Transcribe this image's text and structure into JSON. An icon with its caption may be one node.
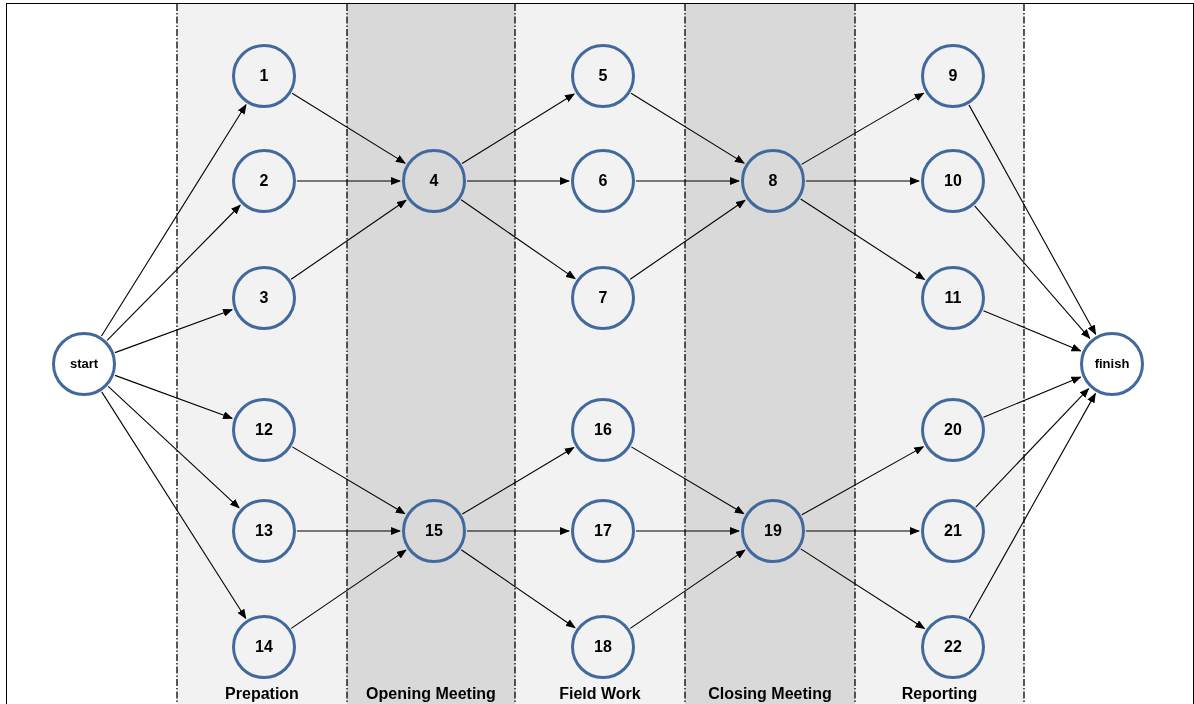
{
  "diagram": {
    "nodes": [
      {
        "text": [
          "Prepation"
        ]
      },
      {
        "text": [
          "Opening Meeting"
        ]
      },
      {
        "text": [
          "Field Work"
        ]
      },
      {
        "text": [
          "Closing Meeting"
        ]
      },
      {
        "text": [
          "Reporting"
        ]
      },
      {
        "text": [
          "start"
        ]
      },
      {
        "text": [
          "1"
        ],
        "in": 0
      },
      {
        "text": [
          "2"
        ],
        "in": 0
      },
      {
        "text": [
          "3"
        ],
        "in": 0
      },
      {
        "text": [
          "12"
        ],
        "in": 0
      },
      {
        "text": [
          "13"
        ],
        "in": 0
      },
      {
        "text": [
          "14"
        ],
        "in": 0
      },
      {
        "text": [
          "4"
        ],
        "in": 1
      },
      {
        "text": [
          "15"
        ],
        "in": 1
      },
      {
        "text": [
          "5"
        ],
        "in": 2
      },
      {
        "text": [
          "6"
        ],
        "in": 2
      },
      {
        "text": [
          "7"
        ],
        "in": 2
      },
      {
        "text": [
          "16"
        ],
        "in": 2
      },
      {
        "text": [
          "17"
        ],
        "in": 2
      },
      {
        "text": [
          "18"
        ],
        "in": 2
      },
      {
        "text": [
          "8"
        ],
        "in": 3
      },
      {
        "text": [
          "19"
        ],
        "in": 3
      },
      {
        "text": [
          "9"
        ],
        "in": 4
      },
      {
        "text": [
          "10"
        ],
        "in": 4
      },
      {
        "text": [
          "11"
        ],
        "in": 4
      },
      {
        "text": [
          "20"
        ],
        "in": 4
      },
      {
        "text": [
          "21"
        ],
        "in": 4
      },
      {
        "text": [
          "22"
        ],
        "in": 4
      },
      {
        "text": [
          "finish"
        ]
      }
    ],
    "edges": [
      {
        "from": 5,
        "to": 6,
        "arrow": "to"
      },
      {
        "from": 5,
        "to": 7,
        "arrow": "to"
      },
      {
        "from": 5,
        "to": 8,
        "arrow": "to"
      },
      {
        "from": 5,
        "to": 9,
        "arrow": "to"
      },
      {
        "from": 5,
        "to": 10,
        "arrow": "to"
      },
      {
        "from": 5,
        "to": 11,
        "arrow": "to"
      },
      {
        "from": 6,
        "to": 12,
        "arrow": "to"
      },
      {
        "from": 7,
        "to": 12,
        "arrow": "to"
      },
      {
        "from": 8,
        "to": 12,
        "arrow": "to"
      },
      {
        "from": 9,
        "to": 13,
        "arrow": "to"
      },
      {
        "from": 10,
        "to": 13,
        "arrow": "to"
      },
      {
        "from": 11,
        "to": 13,
        "arrow": "to"
      },
      {
        "from": 12,
        "to": 14,
        "arrow": "to"
      },
      {
        "from": 12,
        "to": 15,
        "arrow": "to"
      },
      {
        "from": 12,
        "to": 16,
        "arrow": "to"
      },
      {
        "from": 13,
        "to": 17,
        "arrow": "to"
      },
      {
        "from": 13,
        "to": 18,
        "arrow": "to"
      },
      {
        "from": 13,
        "to": 19,
        "arrow": "to"
      },
      {
        "from": 14,
        "to": 20,
        "arrow": "to"
      },
      {
        "from": 15,
        "to": 20,
        "arrow": "to"
      },
      {
        "from": 16,
        "to": 20,
        "arrow": "to"
      },
      {
        "from": 17,
        "to": 21,
        "arrow": "to"
      },
      {
        "from": 18,
        "to": 21,
        "arrow": "to"
      },
      {
        "from": 19,
        "to": 21,
        "arrow": "to"
      },
      {
        "from": 20,
        "to": 22,
        "arrow": "to"
      },
      {
        "from": 20,
        "to": 23,
        "arrow": "to"
      },
      {
        "from": 20,
        "to": 24,
        "arrow": "to"
      },
      {
        "from": 21,
        "to": 25,
        "arrow": "to"
      },
      {
        "from": 21,
        "to": 26,
        "arrow": "to"
      },
      {
        "from": 21,
        "to": 27,
        "arrow": "to"
      },
      {
        "from": 22,
        "to": 28,
        "arrow": "to"
      },
      {
        "from": 23,
        "to": 28,
        "arrow": "to"
      },
      {
        "from": 24,
        "to": 28,
        "arrow": "to"
      },
      {
        "from": 25,
        "to": 28,
        "arrow": "to"
      },
      {
        "from": 26,
        "to": 28,
        "arrow": "to"
      },
      {
        "from": 27,
        "to": 28,
        "arrow": "to"
      }
    ]
  }
}
